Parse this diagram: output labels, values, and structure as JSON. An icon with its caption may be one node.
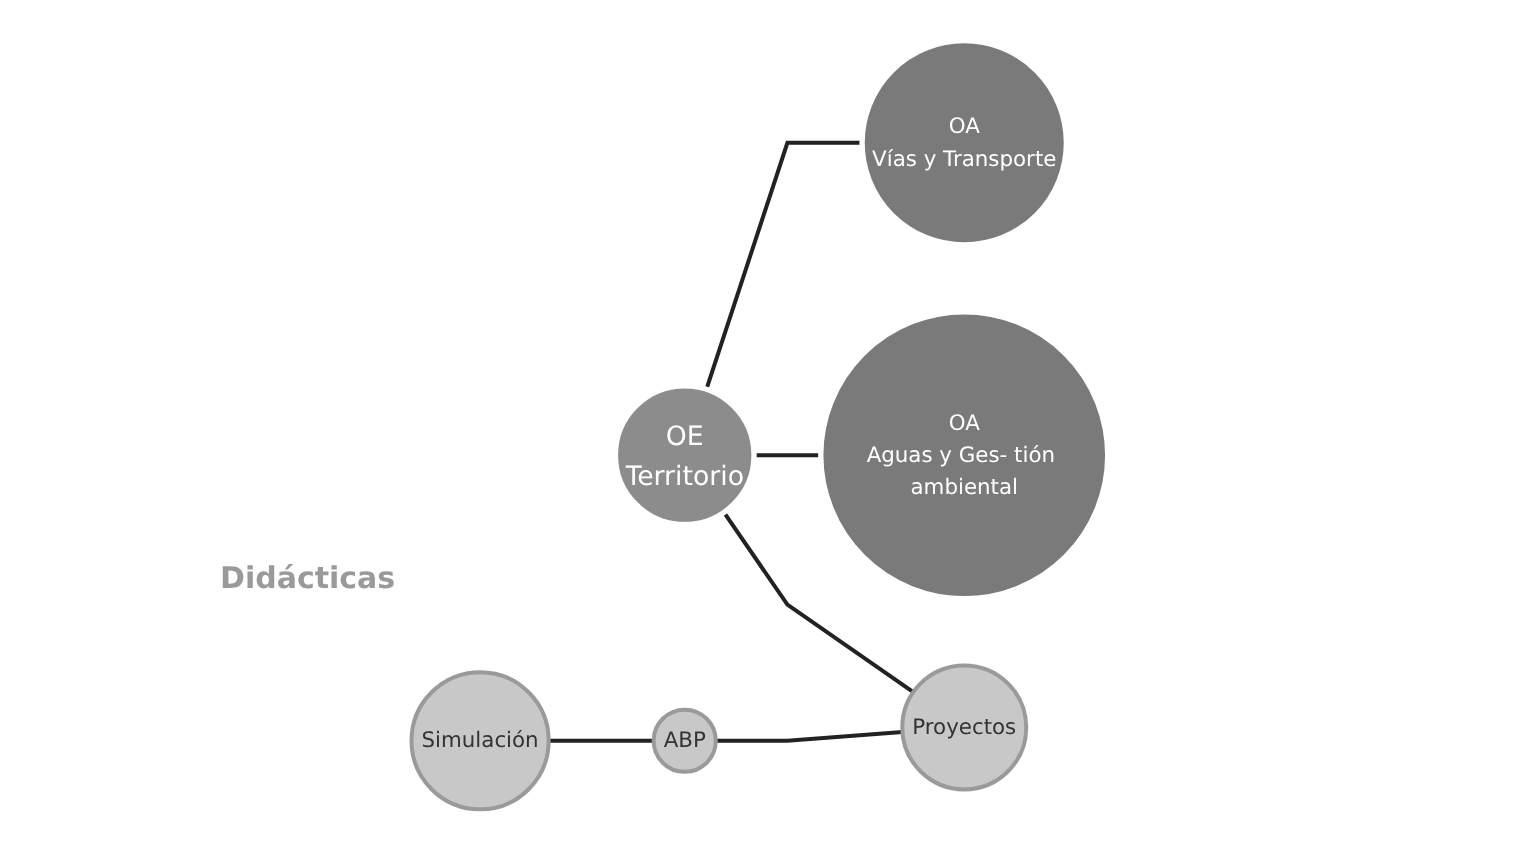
{
  "diagram": {
    "nodes": [
      {
        "text": [
          "OE",
          "Territorio"
        ]
      },
      {
        "text": [
          "OA",
          "Vías y Transporte"
        ]
      },
      {
        "text": [
          "OA",
          "Aguas y Ges- tión ambiental"
        ]
      },
      {
        "text": [
          "Simulación"
        ]
      },
      {
        "text": [
          "ABP"
        ]
      },
      {
        "text": [
          "Proyectos"
        ]
      }
    ],
    "edges": [
      {
        "from": 0,
        "to": 1,
        "arrow": "none"
      },
      {
        "from": 0,
        "to": 2,
        "arrow": "none"
      },
      {
        "from": 0,
        "to": 5,
        "arrow": "none"
      },
      {
        "from": 3,
        "to": 4,
        "arrow": "none"
      },
      {
        "from": 4,
        "to": 5,
        "arrow": "none"
      }
    ],
    "labels": [
      "Didácticas"
    ]
  }
}
